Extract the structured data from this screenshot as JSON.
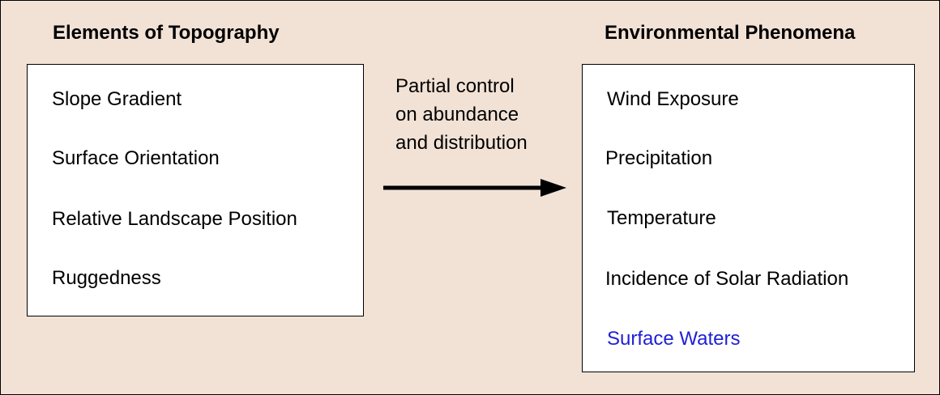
{
  "diagram": {
    "left_heading": "Elements of Topography",
    "right_heading": "Environmental Phenomena",
    "left_items": [
      "Slope Gradient",
      "Surface Orientation",
      "Relative Landscape Position",
      "Ruggedness"
    ],
    "right_items": [
      "Wind Exposure",
      "Precipitation",
      "Temperature",
      "Incidence of Solar Radiation",
      "Surface Waters"
    ],
    "arrow_caption": [
      "Partial control",
      "on abundance",
      "and distribution"
    ],
    "colors": {
      "background": "#f2e2d6",
      "highlight_text": "#1f1fd6"
    }
  }
}
